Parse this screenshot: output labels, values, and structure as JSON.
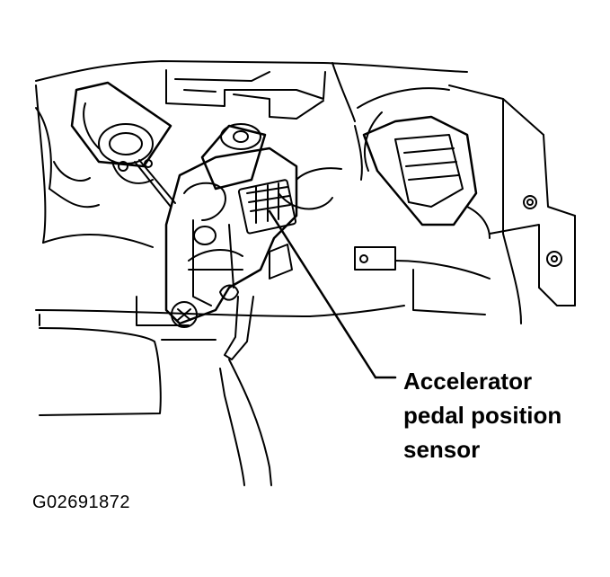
{
  "callout": {
    "lines": [
      "Accelerator",
      "pedal position",
      "sensor"
    ]
  },
  "figure_id": "G02691872",
  "colors": {
    "ink": "#000000",
    "paper": "#ffffff"
  }
}
